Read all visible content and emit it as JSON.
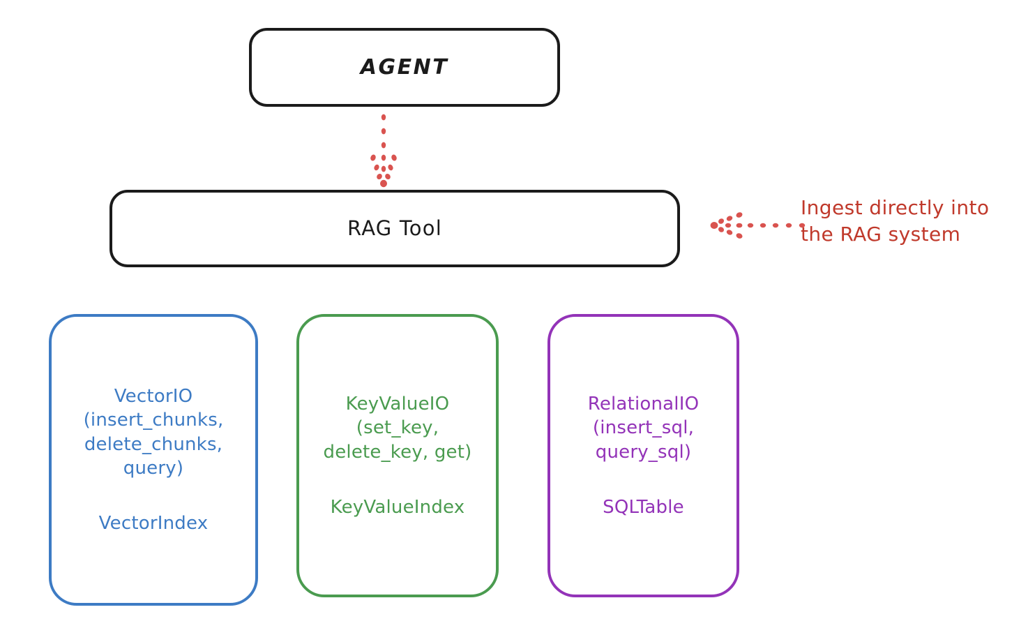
{
  "diagram": {
    "background_color": "#ffffff",
    "nodes": {
      "agent": {
        "label": "AGENT",
        "color": "#1b1b1b"
      },
      "rag_tool": {
        "label": "RAG Tool",
        "color": "#1b1b1b"
      },
      "vector_store": {
        "api_label": "VectorIO\n(insert_chunks,\ndelete_chunks,\nquery)",
        "index_label": "VectorIndex",
        "color": "#3d7bc4"
      },
      "keyvalue_store": {
        "api_label": "KeyValueIO\n(set_key,\ndelete_key, get)",
        "index_label": "KeyValueIndex",
        "color": "#4a9b4f"
      },
      "relational_store": {
        "api_label": "RelationalIO\n(insert_sql,\nquery_sql)",
        "index_label": "SQLTable",
        "color": "#9333b8"
      }
    },
    "annotations": {
      "ingest": {
        "text": "Ingest directly into\nthe RAG system",
        "color": "#c0392b"
      }
    },
    "connectors": {
      "agent_to_rag_tool": {
        "style": "dotted",
        "direction": "down",
        "color": "#d9534f"
      },
      "ingest_to_rag_tool": {
        "style": "dotted",
        "direction": "left",
        "color": "#d9534f"
      }
    }
  }
}
